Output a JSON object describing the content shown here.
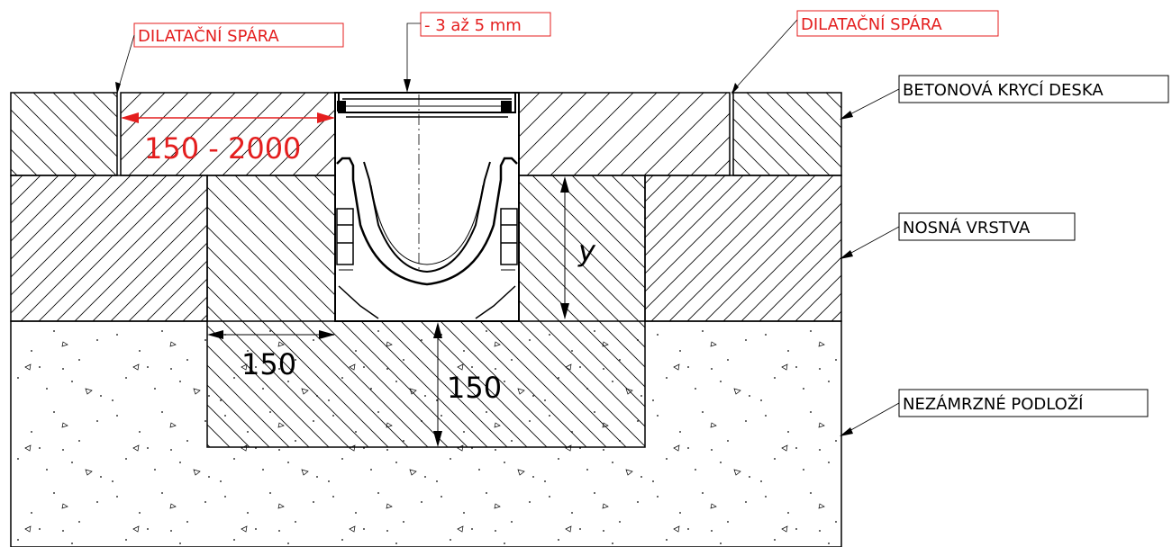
{
  "labels": {
    "dilatation_left": "DILATAČNÍ SPÁRA",
    "dilatation_right": "DILATAČNÍ SPÁRA",
    "gap_mm": "- 3 až 5 mm",
    "top_layer": "BETONOVÁ KRYCÍ DESKA",
    "middle_layer": "NOSNÁ VRSTVA",
    "base_layer": "NEZÁMRZNÉ PODLOŽÍ"
  },
  "dimensions": {
    "joint_spacing": "150 - 2000",
    "side_width": "150",
    "bottom_depth": "150",
    "variable_height": "y"
  },
  "colors": {
    "accent": "#e41e1e",
    "line": "#000000"
  }
}
